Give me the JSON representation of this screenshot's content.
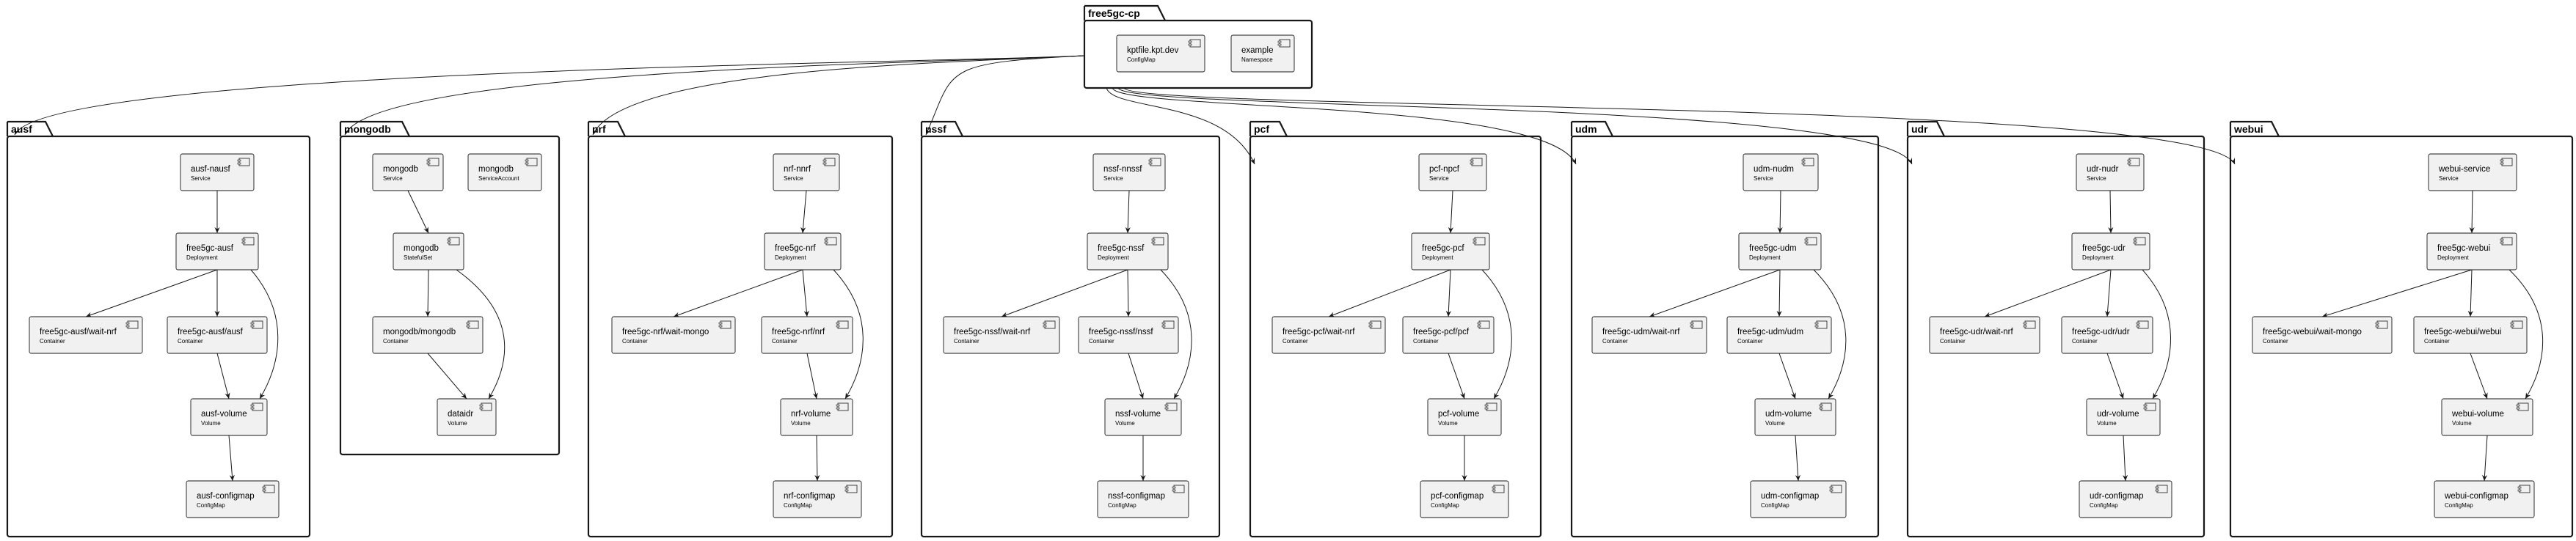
{
  "diagram": {
    "root": {
      "name": "free5gc-cp",
      "nodes": [
        {
          "id": "kptfile",
          "name": "kptfile.kpt.dev",
          "kind": "ConfigMap"
        },
        {
          "id": "example",
          "name": "example",
          "kind": "Namespace"
        }
      ]
    },
    "packages": [
      {
        "id": "ausf",
        "name": "ausf",
        "nodes": [
          {
            "id": "svc",
            "name": "ausf-nausf",
            "kind": "Service"
          },
          {
            "id": "dep",
            "name": "free5gc-ausf",
            "kind": "Deployment"
          },
          {
            "id": "c1",
            "name": "free5gc-ausf/wait-nrf",
            "kind": "Container"
          },
          {
            "id": "c2",
            "name": "free5gc-ausf/ausf",
            "kind": "Container"
          },
          {
            "id": "vol",
            "name": "ausf-volume",
            "kind": "Volume"
          },
          {
            "id": "cm",
            "name": "ausf-configmap",
            "kind": "ConfigMap"
          }
        ]
      },
      {
        "id": "mongodb",
        "name": "mongodb",
        "nodes": [
          {
            "id": "svc",
            "name": "mongodb",
            "kind": "Service"
          },
          {
            "id": "sa",
            "name": "mongodb",
            "kind": "ServiceAccount"
          },
          {
            "id": "dep",
            "name": "mongodb",
            "kind": "StatefulSet"
          },
          {
            "id": "c1",
            "name": "mongodb/mongodb",
            "kind": "Container"
          },
          {
            "id": "vol",
            "name": "dataidr",
            "kind": "Volume"
          }
        ]
      },
      {
        "id": "nrf",
        "name": "nrf",
        "nodes": [
          {
            "id": "svc",
            "name": "nrf-nnrf",
            "kind": "Service"
          },
          {
            "id": "dep",
            "name": "free5gc-nrf",
            "kind": "Deployment"
          },
          {
            "id": "c1",
            "name": "free5gc-nrf/wait-mongo",
            "kind": "Container"
          },
          {
            "id": "c2",
            "name": "free5gc-nrf/nrf",
            "kind": "Container"
          },
          {
            "id": "vol",
            "name": "nrf-volume",
            "kind": "Volume"
          },
          {
            "id": "cm",
            "name": "nrf-configmap",
            "kind": "ConfigMap"
          }
        ]
      },
      {
        "id": "nssf",
        "name": "nssf",
        "nodes": [
          {
            "id": "svc",
            "name": "nssf-nnssf",
            "kind": "Service"
          },
          {
            "id": "dep",
            "name": "free5gc-nssf",
            "kind": "Deployment"
          },
          {
            "id": "c1",
            "name": "free5gc-nssf/wait-nrf",
            "kind": "Container"
          },
          {
            "id": "c2",
            "name": "free5gc-nssf/nssf",
            "kind": "Container"
          },
          {
            "id": "vol",
            "name": "nssf-volume",
            "kind": "Volume"
          },
          {
            "id": "cm",
            "name": "nssf-configmap",
            "kind": "ConfigMap"
          }
        ]
      },
      {
        "id": "pcf",
        "name": "pcf",
        "nodes": [
          {
            "id": "svc",
            "name": "pcf-npcf",
            "kind": "Service"
          },
          {
            "id": "dep",
            "name": "free5gc-pcf",
            "kind": "Deployment"
          },
          {
            "id": "c1",
            "name": "free5gc-pcf/wait-nrf",
            "kind": "Container"
          },
          {
            "id": "c2",
            "name": "free5gc-pcf/pcf",
            "kind": "Container"
          },
          {
            "id": "vol",
            "name": "pcf-volume",
            "kind": "Volume"
          },
          {
            "id": "cm",
            "name": "pcf-configmap",
            "kind": "ConfigMap"
          }
        ]
      },
      {
        "id": "udm",
        "name": "udm",
        "nodes": [
          {
            "id": "svc",
            "name": "udm-nudm",
            "kind": "Service"
          },
          {
            "id": "dep",
            "name": "free5gc-udm",
            "kind": "Deployment"
          },
          {
            "id": "c1",
            "name": "free5gc-udm/wait-nrf",
            "kind": "Container"
          },
          {
            "id": "c2",
            "name": "free5gc-udm/udm",
            "kind": "Container"
          },
          {
            "id": "vol",
            "name": "udm-volume",
            "kind": "Volume"
          },
          {
            "id": "cm",
            "name": "udm-configmap",
            "kind": "ConfigMap"
          }
        ]
      },
      {
        "id": "udr",
        "name": "udr",
        "nodes": [
          {
            "id": "svc",
            "name": "udr-nudr",
            "kind": "Service"
          },
          {
            "id": "dep",
            "name": "free5gc-udr",
            "kind": "Deployment"
          },
          {
            "id": "c1",
            "name": "free5gc-udr/wait-nrf",
            "kind": "Container"
          },
          {
            "id": "c2",
            "name": "free5gc-udr/udr",
            "kind": "Container"
          },
          {
            "id": "vol",
            "name": "udr-volume",
            "kind": "Volume"
          },
          {
            "id": "cm",
            "name": "udr-configmap",
            "kind": "ConfigMap"
          }
        ]
      },
      {
        "id": "webui",
        "name": "webui",
        "nodes": [
          {
            "id": "svc",
            "name": "webui-service",
            "kind": "Service"
          },
          {
            "id": "dep",
            "name": "free5gc-webui",
            "kind": "Deployment"
          },
          {
            "id": "c1",
            "name": "free5gc-webui/wait-mongo",
            "kind": "Container"
          },
          {
            "id": "c2",
            "name": "free5gc-webui/webui",
            "kind": "Container"
          },
          {
            "id": "vol",
            "name": "webui-volume",
            "kind": "Volume"
          },
          {
            "id": "cm",
            "name": "webui-configmap",
            "kind": "ConfigMap"
          }
        ]
      }
    ],
    "edges": [
      [
        "svc",
        "dep"
      ],
      [
        "dep",
        "c1"
      ],
      [
        "dep",
        "c2"
      ],
      [
        "dep",
        "vol"
      ],
      [
        "c2",
        "vol"
      ],
      [
        "vol",
        "cm"
      ]
    ],
    "mongodb_edges": [
      [
        "svc",
        "dep"
      ],
      [
        "dep",
        "c1"
      ],
      [
        "dep",
        "vol"
      ],
      [
        "c1",
        "vol"
      ]
    ]
  },
  "colors": {
    "node_fill": "#f1f1f1",
    "stroke": "#181818",
    "text": "#000000",
    "background": "#ffffff"
  }
}
